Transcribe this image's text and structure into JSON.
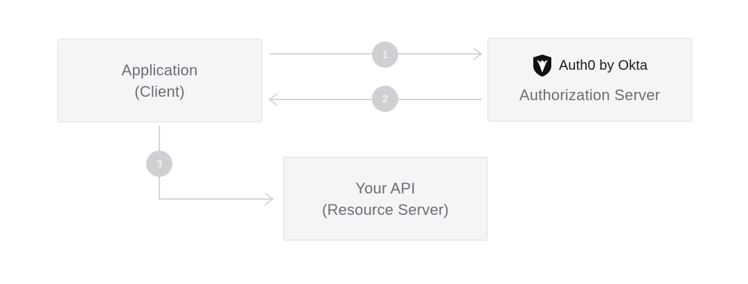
{
  "nodes": {
    "application": {
      "line1": "Application",
      "line2": "(Client)"
    },
    "authorization_server": {
      "brand": "Auth0 by Okta",
      "brand_icon": "auth0-shield-logo",
      "label": "Authorization Server"
    },
    "api": {
      "line1": "Your API",
      "line2": "(Resource Server)"
    }
  },
  "steps": [
    {
      "number": "1",
      "from": "application",
      "to": "authorization_server"
    },
    {
      "number": "2",
      "from": "authorization_server",
      "to": "application"
    },
    {
      "number": "3",
      "from": "application",
      "to": "api"
    }
  ],
  "colors": {
    "box_fill": "#f4f5f7",
    "box_border": "#dedfe2",
    "text": "#6b6e74",
    "arrow": "#d4d5d8",
    "step_circle": "#cfd0d3",
    "brand_text": "#1a1a1a"
  }
}
